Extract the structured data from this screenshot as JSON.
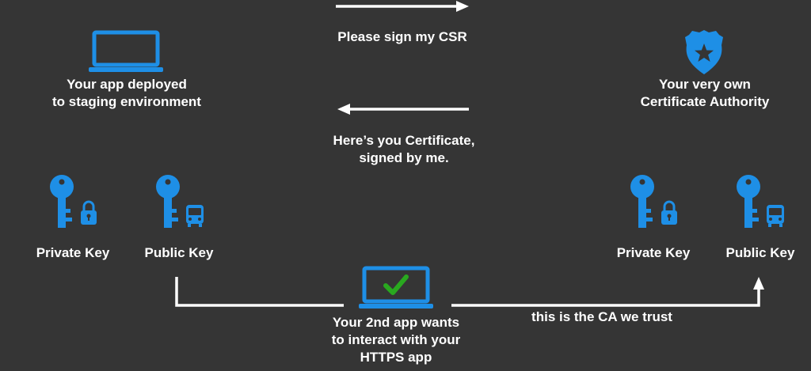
{
  "colors": {
    "background": "#353535",
    "icon_blue": "#1e8fe6",
    "check_green": "#29a81f",
    "text": "#ffffff",
    "lines": "#ffffff"
  },
  "icons": {
    "app_laptop": "laptop-icon",
    "ca_badge": "police-badge-star-icon",
    "key": "key-icon",
    "lock": "padlock-icon",
    "bus": "bus-icon",
    "client_laptop": "laptop-check-icon"
  },
  "app": {
    "line1": "Your app deployed",
    "line2": "to staging environment"
  },
  "ca": {
    "line1": "Your very own",
    "line2": "Certificate Authority"
  },
  "arrows": {
    "request": "Please sign my CSR",
    "response_line1": "Here’s you Certificate,",
    "response_line2": "signed by me."
  },
  "left_keys": {
    "private": "Private Key",
    "public": "Public Key"
  },
  "right_keys": {
    "private": "Private Key",
    "public": "Public Key"
  },
  "client": {
    "line1": "Your 2nd app wants",
    "line2": "to interact with your",
    "line3": "HTTPS app"
  },
  "trust_label": "this is the CA we trust"
}
